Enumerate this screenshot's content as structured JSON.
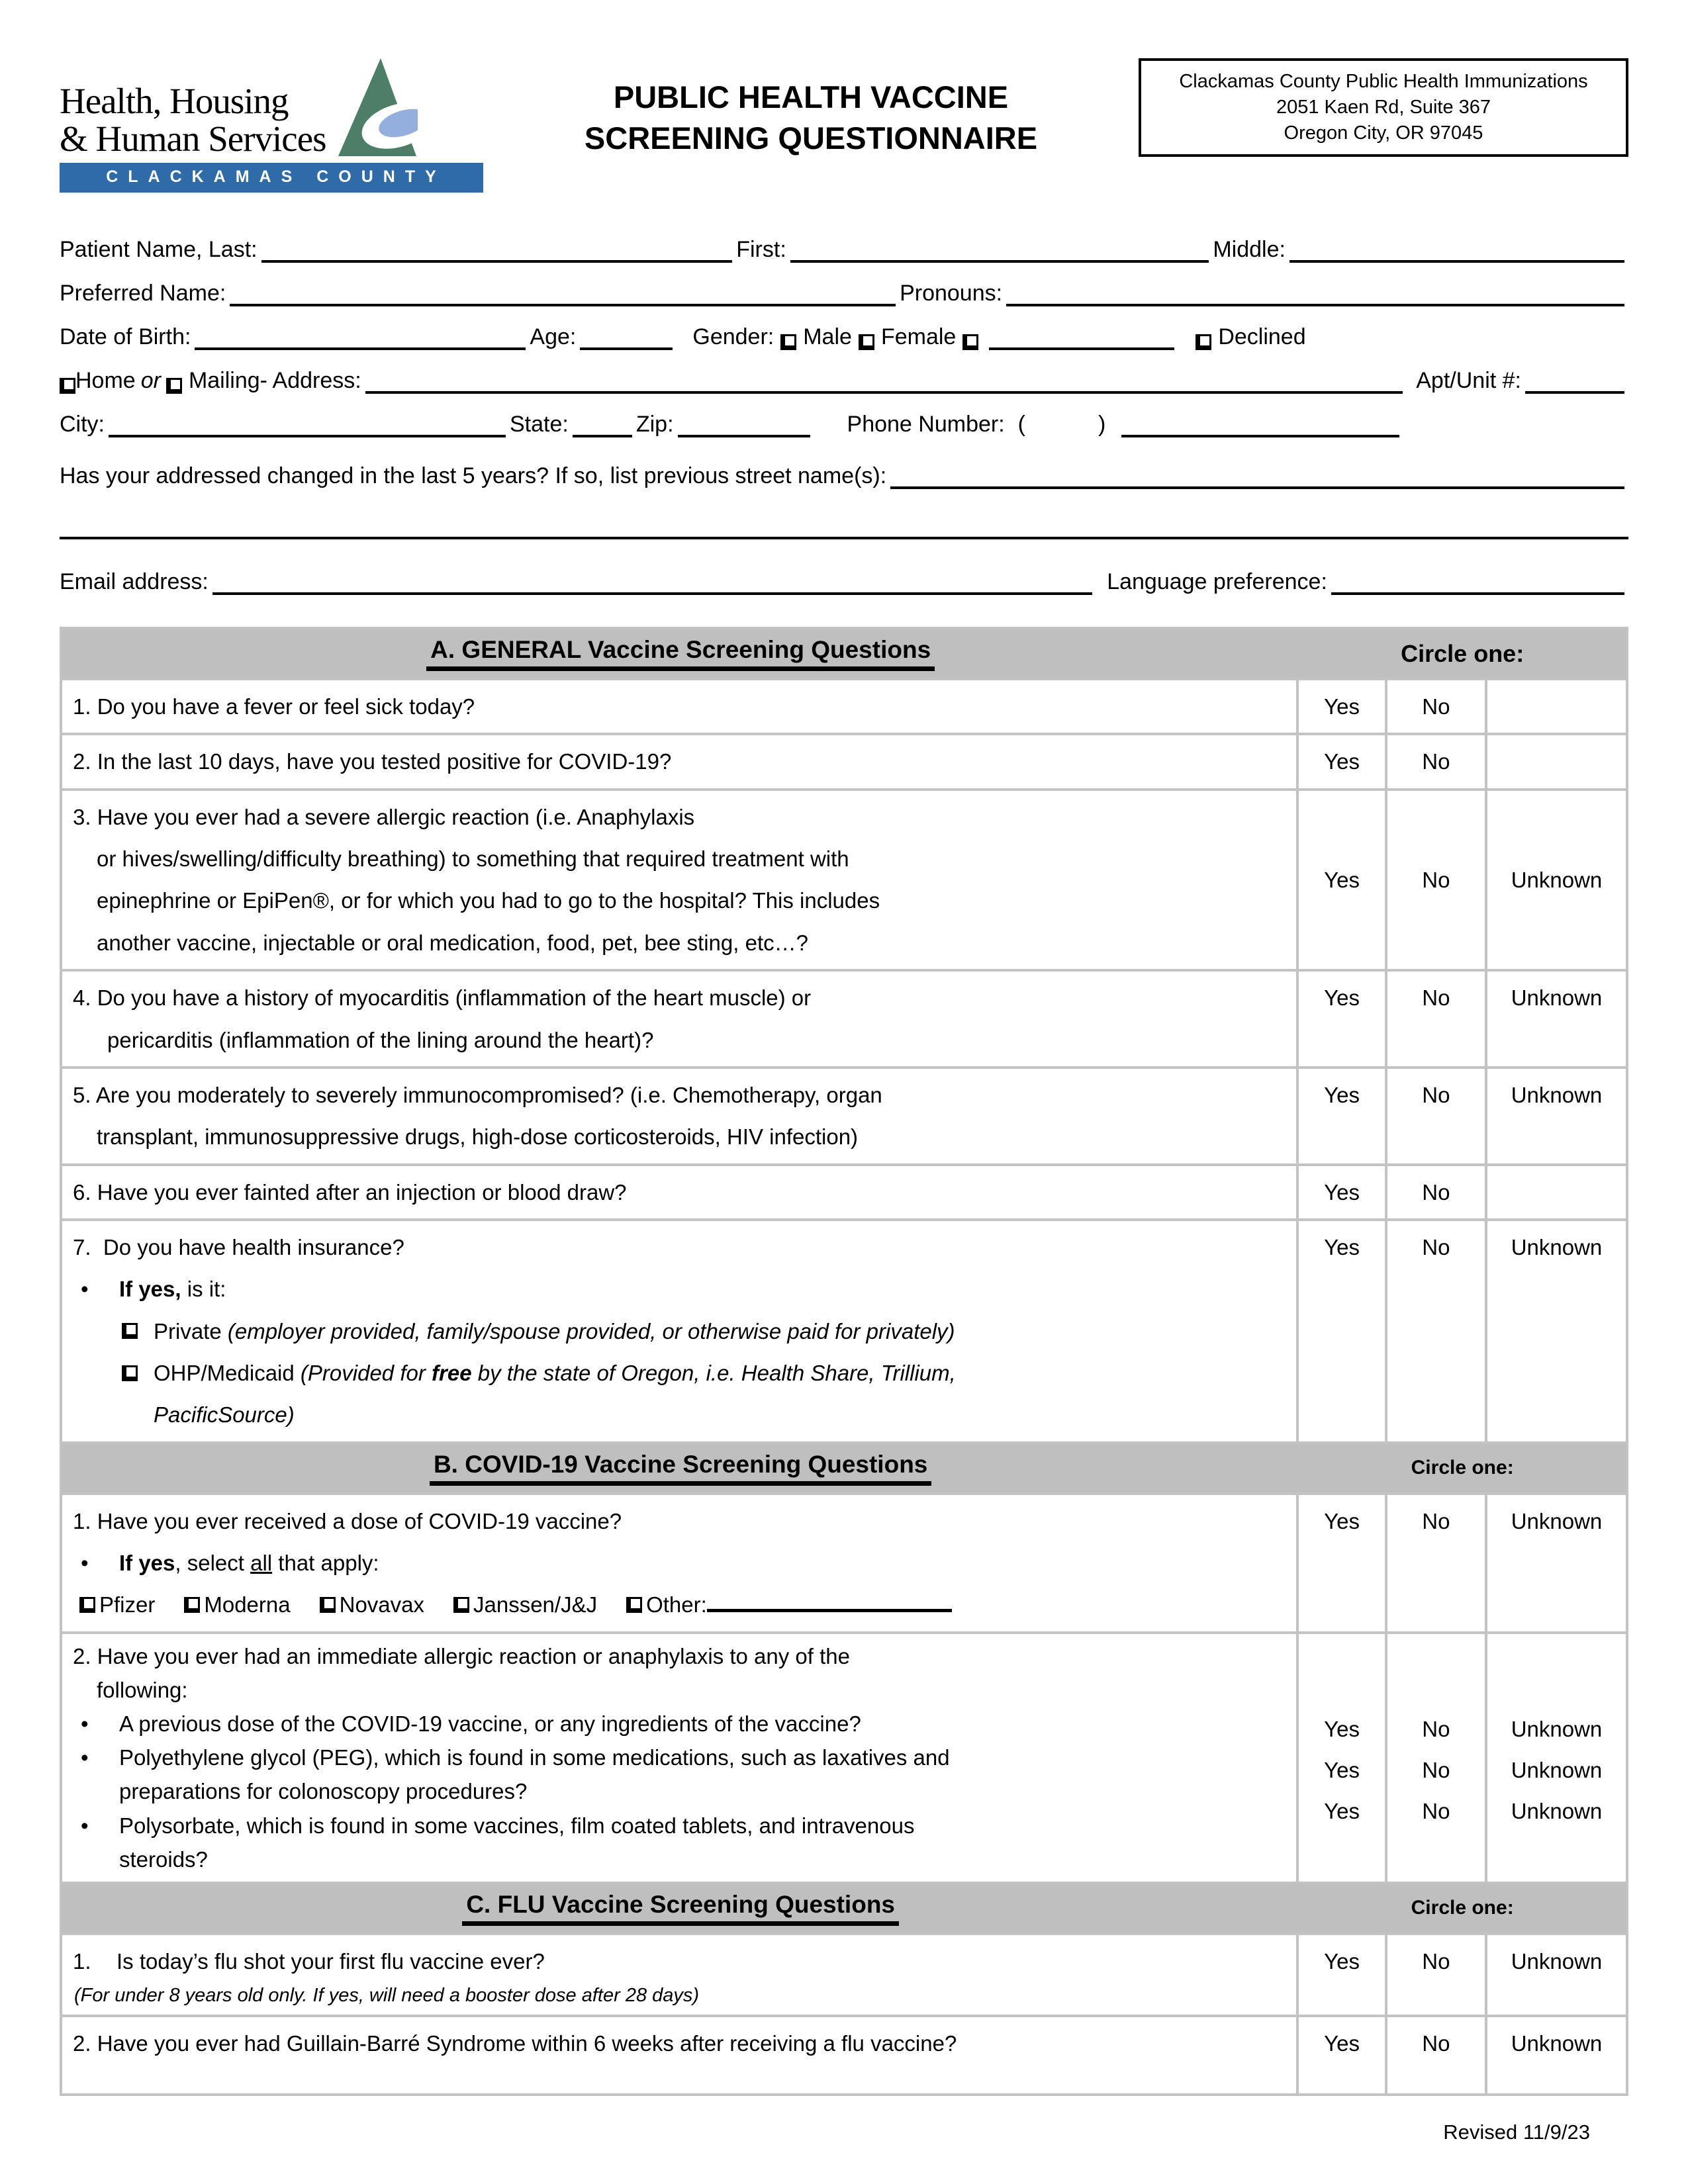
{
  "header": {
    "logo": {
      "line1": "Health, Housing",
      "line2": "& Human Services",
      "banner": "CLACKAMAS COUNTY"
    },
    "title_line1": "PUBLIC HEALTH VACCINE",
    "title_line2": "SCREENING QUESTIONNAIRE",
    "address": {
      "line1": "Clackamas County Public Health Immunizations",
      "line2": "2051 Kaen Rd, Suite 367",
      "line3": "Oregon City, OR 97045"
    }
  },
  "patient": {
    "last_label": "Patient Name, Last:",
    "first_label": "First:",
    "middle_label": "Middle:",
    "preferred_label": "Preferred Name:",
    "pronouns_label": "Pronouns:",
    "dob_label": "Date of Birth:",
    "age_label": "Age:",
    "gender_label": "Gender:",
    "male_label": "Male",
    "female_label": "Female",
    "declined_label": "Declined",
    "home_label": "Home",
    "or_label": "or",
    "mailing_label": "Mailing- Address:",
    "apt_label": "Apt/Unit #:",
    "city_label": "City:",
    "state_label": "State:",
    "zip_label": "Zip:",
    "phone_label": "Phone Number:",
    "paren_open": "(",
    "paren_close": ")",
    "address_change_label": "Has your addressed changed in the last 5 years? If so, list previous street name(s):",
    "email_label": "Email address:",
    "language_label": "Language preference:"
  },
  "table": {
    "a": {
      "title": "A. GENERAL Vaccine Screening Questions",
      "circle": "Circle one:",
      "q1": {
        "q": "1. Do you have a fever or feel sick today?",
        "a": [
          "Yes",
          "No",
          ""
        ]
      },
      "q2": {
        "q": "2. In the last 10 days, have you tested positive for COVID-19?",
        "a": [
          "Yes",
          "No",
          ""
        ]
      },
      "q3": {
        "lines": [
          "3. Have you ever had a severe allergic reaction (i.e. Anaphylaxis",
          "or hives/swelling/difficulty breathing) to something that required treatment with",
          "epinephrine or EpiPen®, or for which you had to go to the hospital? This includes",
          "another vaccine, injectable or oral medication, food, pet, bee sting, etc…?"
        ],
        "a": [
          "Yes",
          "No",
          "Unknown"
        ]
      },
      "q4": {
        "lines": [
          "4. Do you have a history of myocarditis (inflammation of the heart muscle) or",
          "pericarditis (inflammation of the lining around the heart)?"
        ],
        "a": [
          "Yes",
          "No",
          "Unknown"
        ]
      },
      "q5": {
        "lines": [
          "5. Are you moderately to severely immunocompromised? (i.e. Chemotherapy, organ",
          "transplant, immunosuppressive drugs, high-dose corticosteroids, HIV infection)"
        ],
        "a": [
          "Yes",
          "No",
          "Unknown"
        ]
      },
      "q6": {
        "q": "6. Have you ever fainted after an injection or blood draw?",
        "a": [
          "Yes",
          "No",
          ""
        ]
      },
      "q7": {
        "q": "7.  Do you have health insurance?",
        "a": [
          "Yes",
          "No",
          "Unknown"
        ],
        "bullet_bold": "If yes,",
        "bullet_rest": " is it:",
        "opt1_plain": "Private ",
        "opt1_italic": "(employer provided, family/spouse provided, or otherwise paid for privately)",
        "opt2_plain": "OHP/Medicaid ",
        "opt2_italic1": "(Provided for ",
        "opt2_bold": "free",
        "opt2_italic2": " by the state of Oregon, i.e. Health Share, Trillium,",
        "opt2_line2": "PacificSource)"
      }
    },
    "b": {
      "title": "B. COVID-19 Vaccine Screening Questions",
      "circle": "Circle one:",
      "q1": {
        "q": "1. Have you ever received a dose of COVID-19 vaccine?",
        "a": [
          "Yes",
          "No",
          "Unknown"
        ],
        "bullet_bold": "If yes",
        "bullet_mid": ", select ",
        "bullet_underline": "all",
        "bullet_rest": " that apply:",
        "options": [
          "Pfizer",
          "Moderna",
          "Novavax",
          "Janssen/J&J",
          "Other:"
        ]
      },
      "q2": {
        "lines": [
          "2. Have you ever had an immediate allergic reaction or anaphylaxis to any of the",
          "following:"
        ],
        "bullets": [
          [
            "A previous dose of the COVID-19 vaccine, or any ingredients of the vaccine?"
          ],
          [
            "Polyethylene glycol (PEG), which is found in some medications, such as laxatives and",
            "preparations for colonoscopy procedures?"
          ],
          [
            "Polysorbate, which is found in some vaccines, film coated tablets, and intravenous",
            "steroids?"
          ]
        ],
        "answers": [
          [
            "Yes",
            "No",
            "Unknown"
          ],
          [
            "Yes",
            "No",
            "Unknown"
          ],
          [
            "Yes",
            "No",
            "Unknown"
          ]
        ]
      }
    },
    "c": {
      "title": "C. FLU Vaccine Screening Questions",
      "circle": "Circle one:",
      "q1": {
        "num": "1.",
        "q": "Is today’s flu shot your first flu vaccine ever?",
        "note": "(For under 8 years old only. If yes, will need a booster dose after 28 days)",
        "a": [
          "Yes",
          "No",
          "Unknown"
        ]
      },
      "q2": {
        "q": "2. Have you ever had Guillain-Barré Syndrome within 6 weeks after receiving a flu vaccine?",
        "a": [
          "Yes",
          "No",
          "Unknown"
        ]
      }
    }
  },
  "footer": {
    "revised": "Revised 11/9/23"
  }
}
